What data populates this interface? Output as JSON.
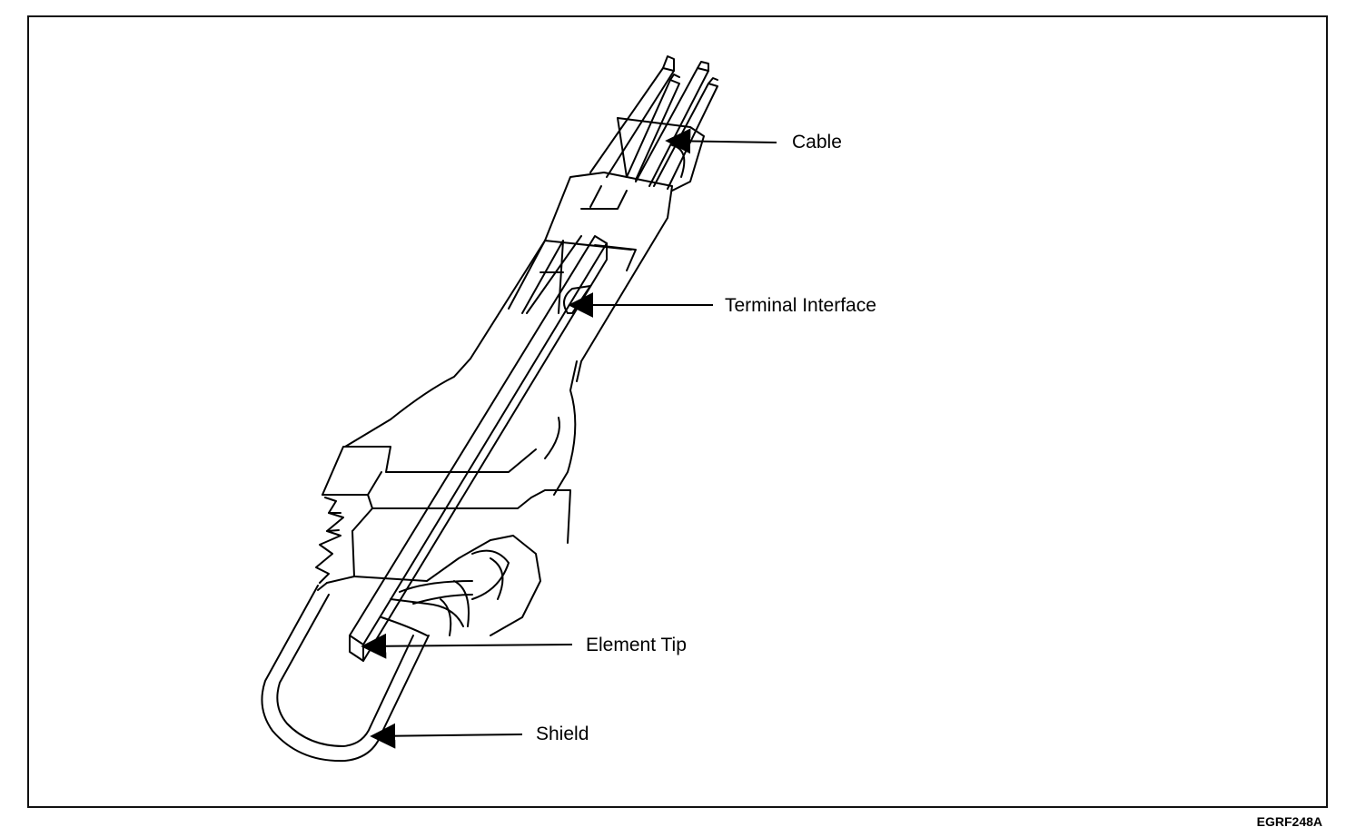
{
  "callouts": {
    "cable": "Cable",
    "terminal_interface": "Terminal Interface",
    "element_tip": "Element Tip",
    "shield": "Shield"
  },
  "figure_code": "EGRF248A"
}
